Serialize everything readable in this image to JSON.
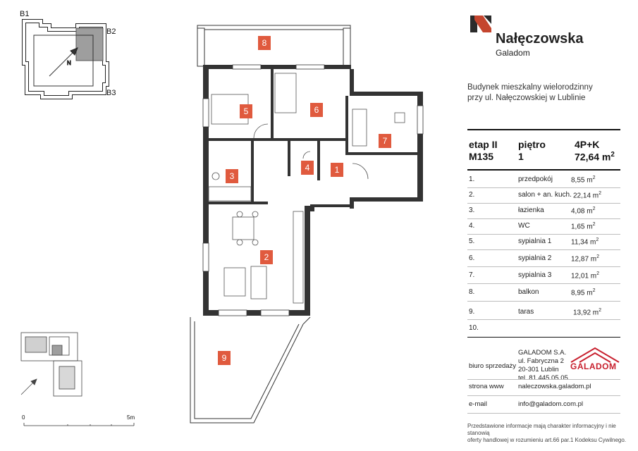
{
  "keyplan": {
    "labels": [
      "B1",
      "B2",
      "B3"
    ]
  },
  "brand": {
    "title": "Nałęczowska",
    "subtitle": "Galadom"
  },
  "building": {
    "line1": "Budynek mieszkalny wielorodzinny",
    "line2": "przy ul. Nałęczowskiej w Lublinie"
  },
  "header": {
    "etap": "etap II",
    "pietro_label": "piętro",
    "rooms": "4P+K",
    "code": "M135",
    "floor": "1",
    "area": "72,64 m",
    "area_unit_sup": "2"
  },
  "rooms": [
    {
      "no": "1.",
      "name": "przedpokój",
      "area": "8,55 m"
    },
    {
      "no": "2.",
      "name": "salon + an. kuch.",
      "area": "22,14 m"
    },
    {
      "no": "3.",
      "name": "łazienka",
      "area": "4,08 m"
    },
    {
      "no": "4.",
      "name": "WC",
      "area": "1,65 m"
    },
    {
      "no": "5.",
      "name": "sypialnia 1",
      "area": "11,34 m"
    },
    {
      "no": "6.",
      "name": "sypialnia 2",
      "area": "12,87 m"
    },
    {
      "no": "7.",
      "name": "sypialnia 3",
      "area": "12,01 m"
    },
    {
      "no": "8.",
      "name": "balkon",
      "area": "8,95 m"
    },
    {
      "no": "9.",
      "name": "taras",
      "area": "13,92 m"
    },
    {
      "no": "10.",
      "name": "",
      "area": ""
    }
  ],
  "plan_numbers": [
    "1",
    "2",
    "3",
    "4",
    "5",
    "6",
    "7",
    "8",
    "9"
  ],
  "sales": {
    "label": "biuro sprzedaży",
    "company": "GALADOM S.A.",
    "street": "ul. Fabryczna 2",
    "city": "20-301 Lublin",
    "phone": "tel. 81 445 05 05",
    "logo_text": "GALADOM"
  },
  "web": {
    "label": "strona www",
    "value": "naleczowska.galadom.pl"
  },
  "email": {
    "label": "e-mail",
    "value": "info@galadom.com.pl"
  },
  "scale": {
    "start": "0",
    "end": "5m"
  },
  "disclaimer": {
    "line1": "Przedstawione informacje mają charakter informacyjny i nie stanowią",
    "line2": "oferty handlowej w rozumieniu art.66 par.1 Kodeksu Cywilnego."
  },
  "colors": {
    "accent": "#e05a3e",
    "logo_dark": "#2b2b2b",
    "logo_red": "#c4452e",
    "galadom_red": "#c8202e"
  }
}
